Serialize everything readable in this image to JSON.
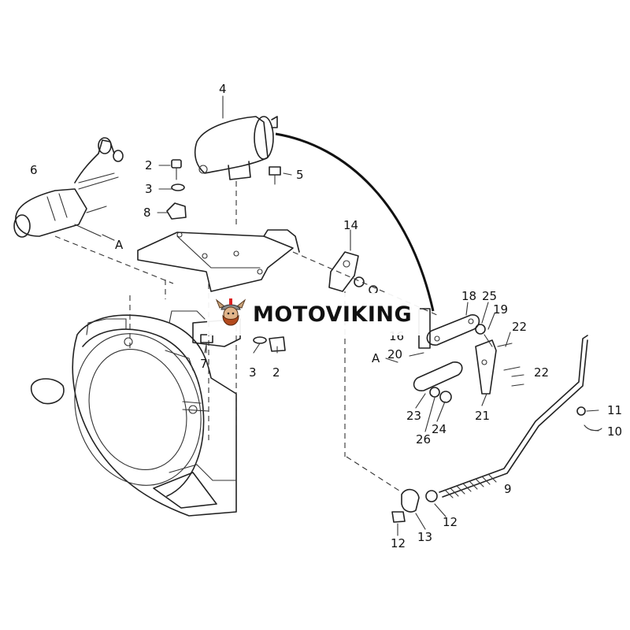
{
  "diagram": {
    "part_labels": [
      "4",
      "6",
      "2",
      "3",
      "8",
      "5",
      "A",
      "14",
      "18",
      "25",
      "19",
      "22",
      "16",
      "20",
      "A",
      "22",
      "7",
      "3",
      "2",
      "23",
      "26",
      "24",
      "21",
      "11",
      "10",
      "9",
      "12",
      "13",
      "12"
    ]
  },
  "watermark": {
    "brand": "MOTOVIKING",
    "logo_icon": "viking-head-icon"
  },
  "colors": {
    "line": "#222222",
    "background": "#ffffff"
  }
}
